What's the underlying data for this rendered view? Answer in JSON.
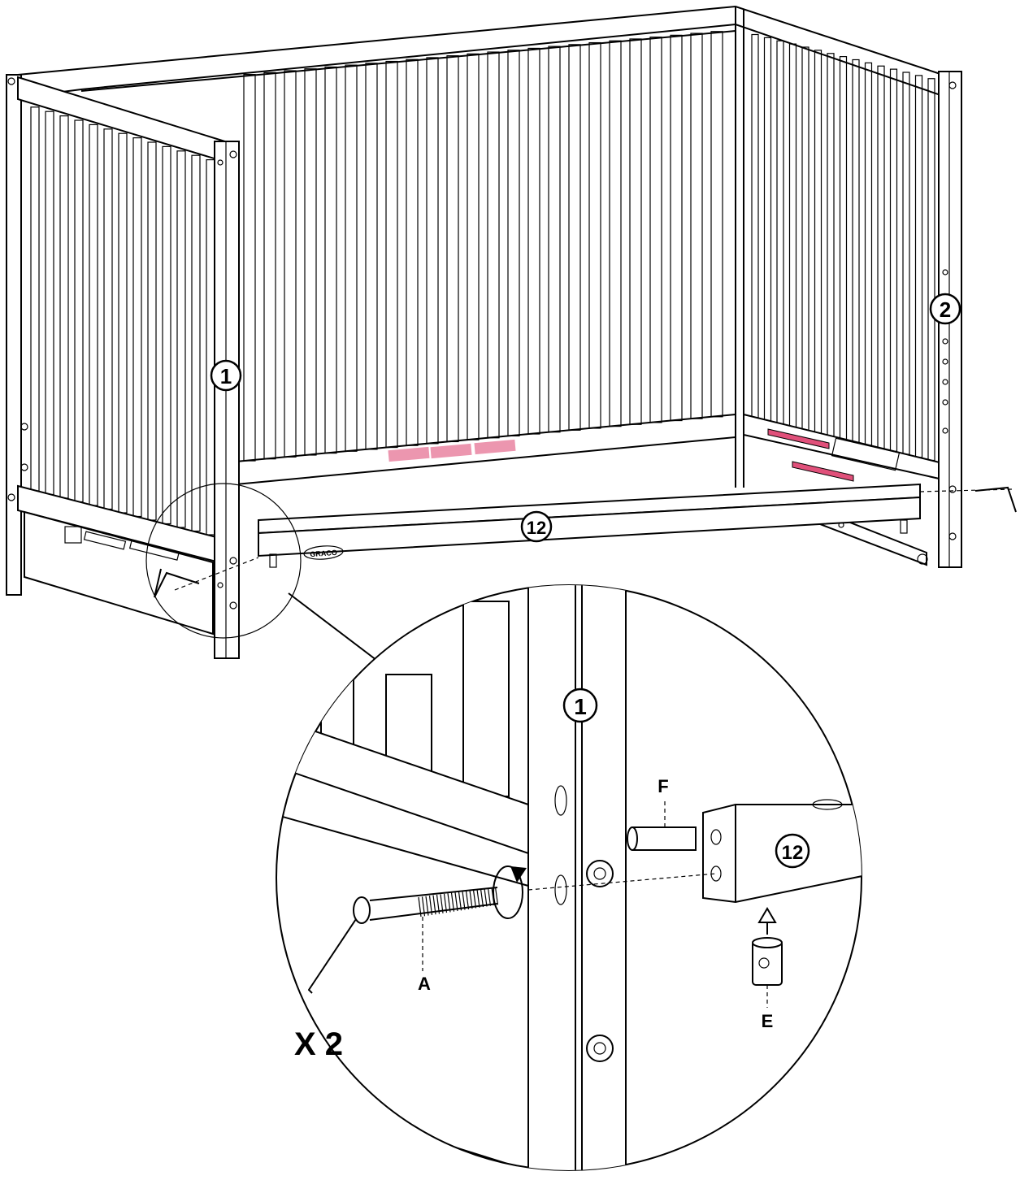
{
  "part_labels": {
    "side_left": "1",
    "side_right": "2",
    "rail": "12",
    "detail_side": "1",
    "detail_rail": "12"
  },
  "hardware_labels": {
    "bolt": "A",
    "dowel": "F",
    "barrel_nut": "E"
  },
  "brand_logo": "GRACO",
  "quantity": "X 2",
  "colors": {
    "line": "#000000",
    "background": "#ffffff",
    "warning_label": "#e0507a"
  }
}
